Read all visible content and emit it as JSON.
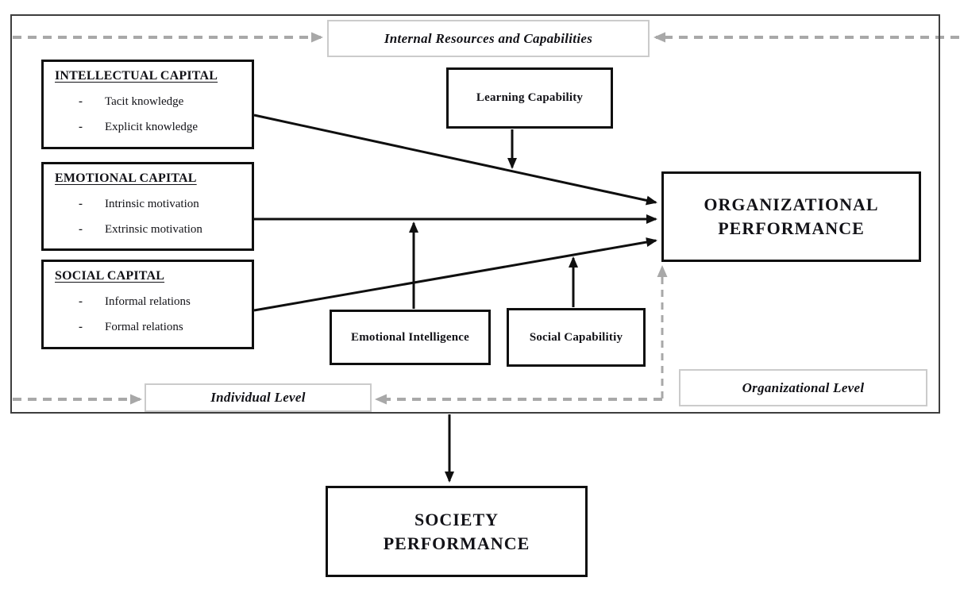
{
  "frame_labels": {
    "internal_resources": "Internal Resources and Capabilities",
    "individual_level": "Individual Level",
    "organizational_level": "Organizational Level"
  },
  "bullet_char": "-",
  "capitals": [
    {
      "title": "INTELLECTUAL CAPITAL",
      "items": [
        "Tacit knowledge",
        "Explicit knowledge"
      ]
    },
    {
      "title": "EMOTIONAL CAPITAL",
      "items": [
        "Intrinsic motivation",
        "Extrinsic motivation"
      ]
    },
    {
      "title": "SOCIAL CAPITAL",
      "items": [
        "Informal relations",
        "Formal relations"
      ]
    }
  ],
  "capabilities": {
    "learning": "Learning Capability",
    "emotional_intelligence": "Emotional Intelligence",
    "social_capability": "Social Capabilitiy"
  },
  "outcomes": {
    "organizational_performance": "ORGANIZATIONAL\nPERFORMANCE",
    "society_performance": "SOCIETY\nPERFORMANCE"
  },
  "colors": {
    "solid_border": "#0f0f0f",
    "outer_frame": "#3e3e3e",
    "light_box_border": "#cbcbcb",
    "dashed_line": "#a8a8a8",
    "text": "#121217",
    "background": "#ffffff"
  }
}
